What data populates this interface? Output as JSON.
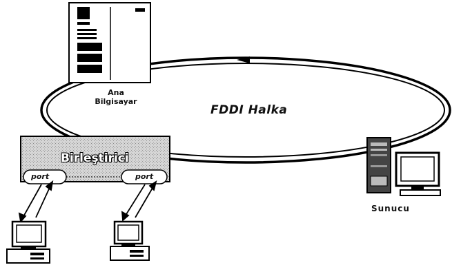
{
  "diagram": {
    "ring_label": "FDDI Halka",
    "mainframe_label": "Ana\nBilgisayar",
    "concentrator_label": "Birleştirici",
    "port_labels": [
      "port",
      "port"
    ],
    "server_label": "Sunucu"
  }
}
